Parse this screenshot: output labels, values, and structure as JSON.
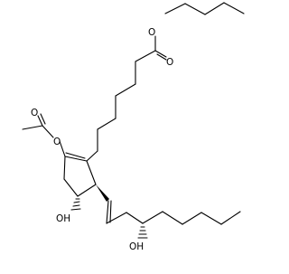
{
  "structure": {
    "atoms": {
      "ester_O": "O",
      "carbonyl_O": "O",
      "acetyl_ring_O": "O",
      "acetyl_carbonyl_O": "O",
      "ring_OH": "OH",
      "chain_OH": "OH"
    }
  },
  "colors": {
    "bond": "#000000",
    "background": "#ffffff"
  }
}
